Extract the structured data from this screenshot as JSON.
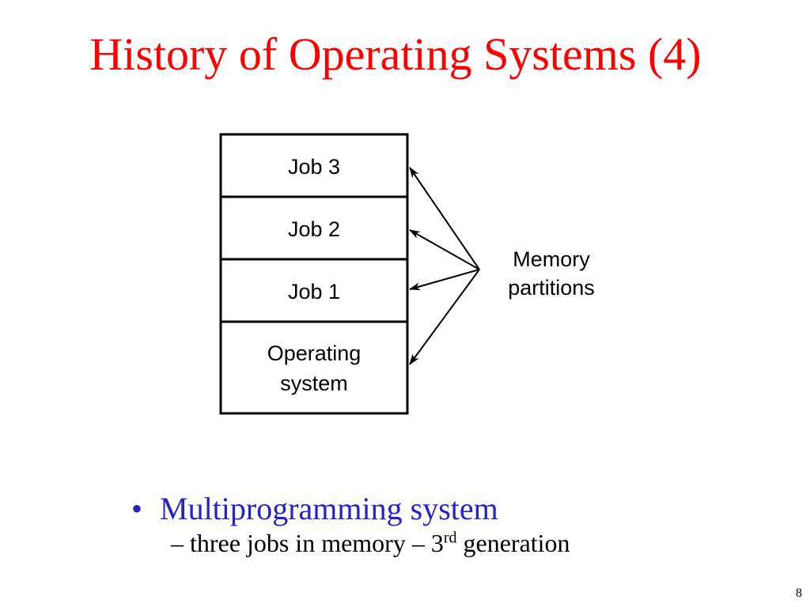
{
  "slide": {
    "title": "History of Operating Systems (4)",
    "page_number": "8"
  },
  "colors": {
    "title": "#ff0000",
    "bullet_main": "#2323c8",
    "text": "#000000",
    "stroke": "#000000"
  },
  "diagram": {
    "partitions": [
      {
        "lines": [
          "Job 3"
        ]
      },
      {
        "lines": [
          "Job 2"
        ]
      },
      {
        "lines": [
          "Job 1"
        ]
      },
      {
        "lines": [
          "Operating",
          "system"
        ]
      }
    ],
    "label_lines": [
      "Memory",
      "partitions"
    ]
  },
  "bullets": {
    "main": "Multiprogramming system",
    "sub_dash": "–",
    "sub_before": "three jobs in memory – 3",
    "sub_sup": "rd",
    "sub_after": " generation"
  }
}
